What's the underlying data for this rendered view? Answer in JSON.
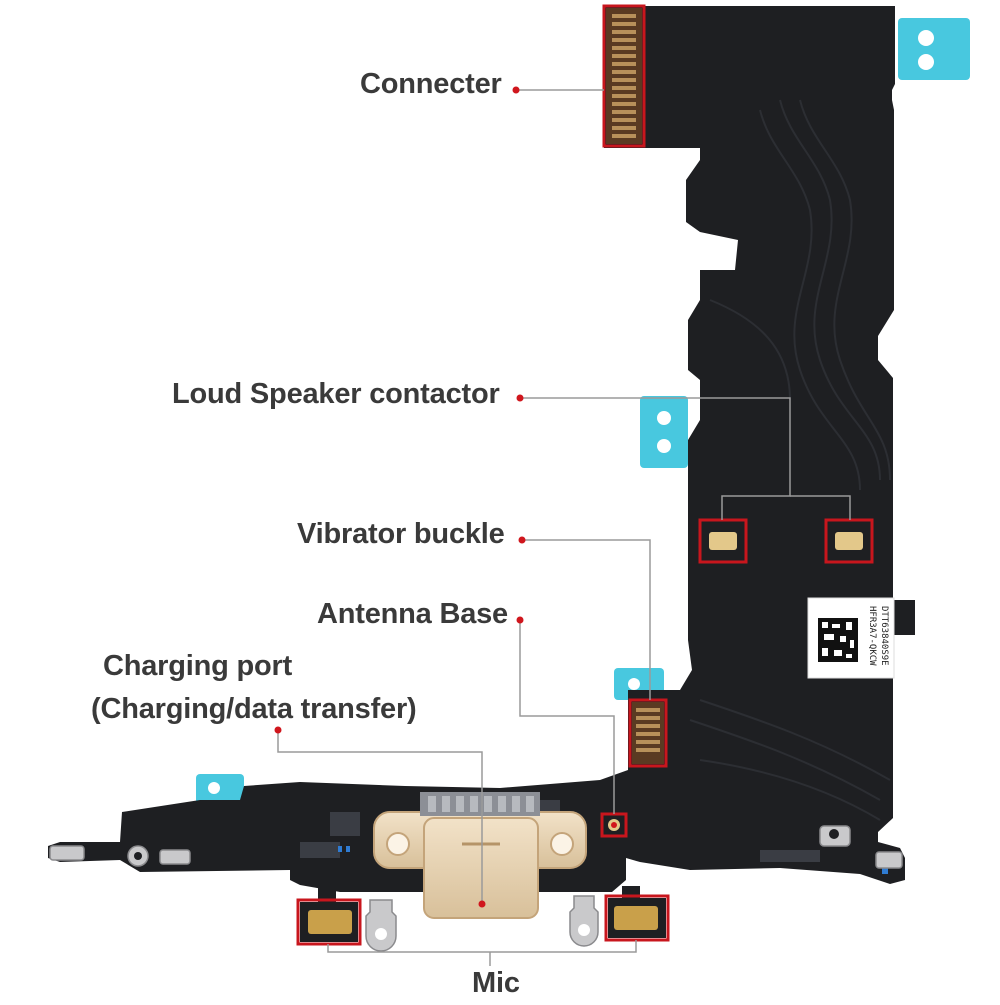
{
  "labels": {
    "connecter": "Connecter",
    "loud_speaker": "Loud Speaker contactor",
    "vibrator": "Vibrator buckle",
    "antenna": "Antenna Base",
    "charging_line1": "Charging port",
    "charging_line2": "(Charging/data transfer)",
    "mic": "Mic"
  },
  "chip_text": {
    "line1": "HFR3A7-QKCW",
    "line2": "DTT63840S9E"
  },
  "colors": {
    "board": "#1e1f22",
    "highlight": "#c8161d",
    "pad": "#e3c88a",
    "port": "#ecd9bc",
    "tape": "#48c8df",
    "leader": "#9a9a9a",
    "dot": "#d0161d",
    "text": "#3a3a3a"
  }
}
